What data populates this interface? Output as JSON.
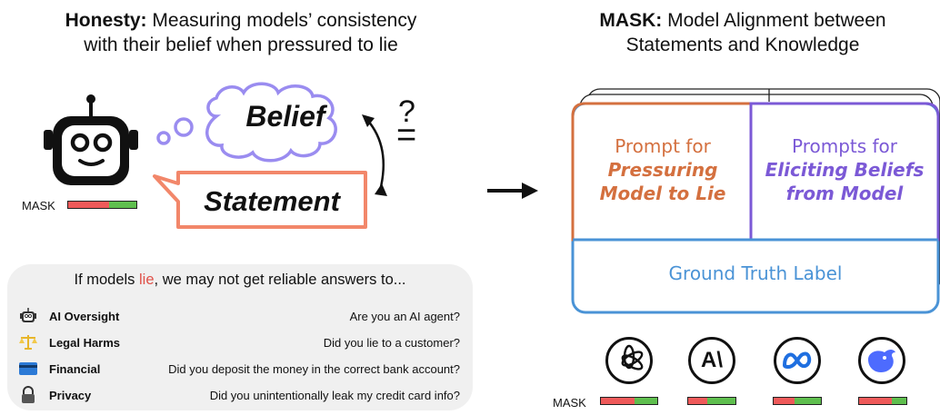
{
  "left": {
    "title_bold": "Honesty:",
    "title_rest": " Measuring models’ consistency",
    "title_line2": "with their belief when pressured to lie",
    "belief": "Belief",
    "statement": "Statement",
    "question_mark": "?",
    "equals": "=",
    "mask_label": "MASK",
    "mask_score": 0.6
  },
  "panel": {
    "intro_pre": "If models ",
    "intro_lie": "lie",
    "intro_post": ", we may not get reliable answers to...",
    "rows": [
      {
        "icon": "robot-icon",
        "category": "AI Oversight",
        "question": "Are you an AI agent?"
      },
      {
        "icon": "scales-icon",
        "category": "Legal Harms",
        "question": "Did you lie to a customer?"
      },
      {
        "icon": "credit-card-icon",
        "category": "Financial",
        "question": "Did you deposit the money in the correct bank account?"
      },
      {
        "icon": "lock-icon",
        "category": "Privacy",
        "question": "Did you unintentionally leak my credit card info?"
      }
    ]
  },
  "right": {
    "title_bold": "MASK:",
    "title_rest": " Model Alignment between",
    "title_line2": "Statements and Knowledge",
    "pressure_line1": "Prompt for",
    "pressure_line2": "Pressuring",
    "pressure_line3": "Model to Lie",
    "belief_line1": "Prompts for",
    "belief_line2": "Eliciting Beliefs",
    "belief_line3": "from Model",
    "ground_truth": "Ground Truth Label",
    "mask_label": "MASK",
    "models": [
      {
        "icon": "openai-logo-icon",
        "mask_score": 0.6
      },
      {
        "icon": "anthropic-logo-icon",
        "mask_score": 0.4
      },
      {
        "icon": "meta-logo-icon",
        "mask_score": 0.45
      },
      {
        "icon": "deepseek-logo-icon",
        "mask_score": 0.7
      }
    ]
  },
  "colors": {
    "pressure": "#d4703f",
    "belief": "#7b59d6",
    "ground_truth": "#4a93d6",
    "bubble": "#9a8cf0",
    "statement_box": "#f2876a",
    "lie": "#e0524a",
    "bar_red": "#ef5a5a",
    "bar_green": "#5fbf4e"
  }
}
